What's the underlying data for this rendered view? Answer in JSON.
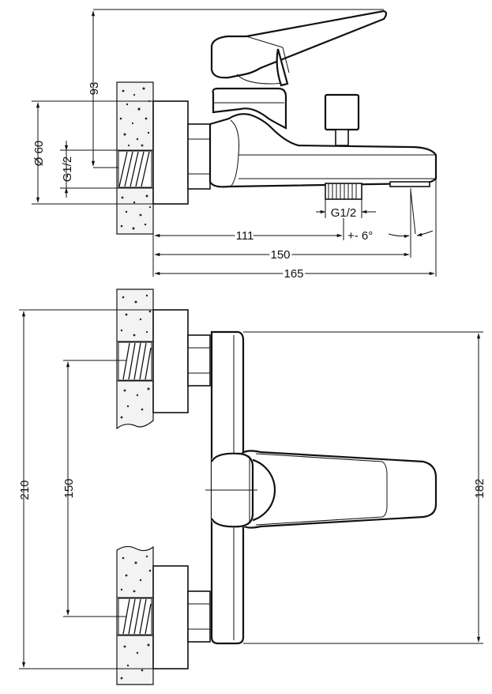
{
  "drawing": {
    "side_view": {
      "dim_93": "93",
      "dim_d60": "Ø 60",
      "dim_g12_inlet": "G1/2",
      "dim_g12_outlet": "G1/2",
      "dim_111": "111",
      "dim_angle": "+- 6°",
      "dim_150": "150",
      "dim_165": "165"
    },
    "front_view": {
      "dim_210": "210",
      "dim_150": "150",
      "dim_182": "182"
    }
  }
}
